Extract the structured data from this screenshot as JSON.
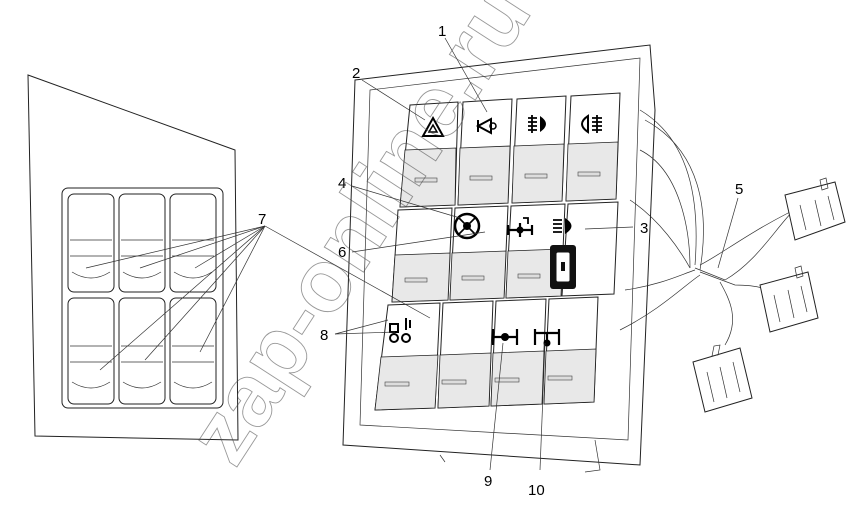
{
  "watermark": "zap-online.ru",
  "callouts": [
    "1",
    "2",
    "3",
    "4",
    "5",
    "6",
    "7",
    "8",
    "9",
    "10"
  ],
  "icons": {
    "b1": "horn-icon",
    "b2": "hazard-warning-icon",
    "b3": "front-fog-light-icon",
    "b4": "rear-fog-light-icon",
    "b5": "differential-lock-icon",
    "b6": "axle-lock-icon",
    "b7": "headlight-icon",
    "b8": "rocker-switch-icon",
    "b9": "trailer-brake-icon",
    "b10": "center-diff-lock-icon",
    "b11": "axle-diff-lock-icon"
  }
}
